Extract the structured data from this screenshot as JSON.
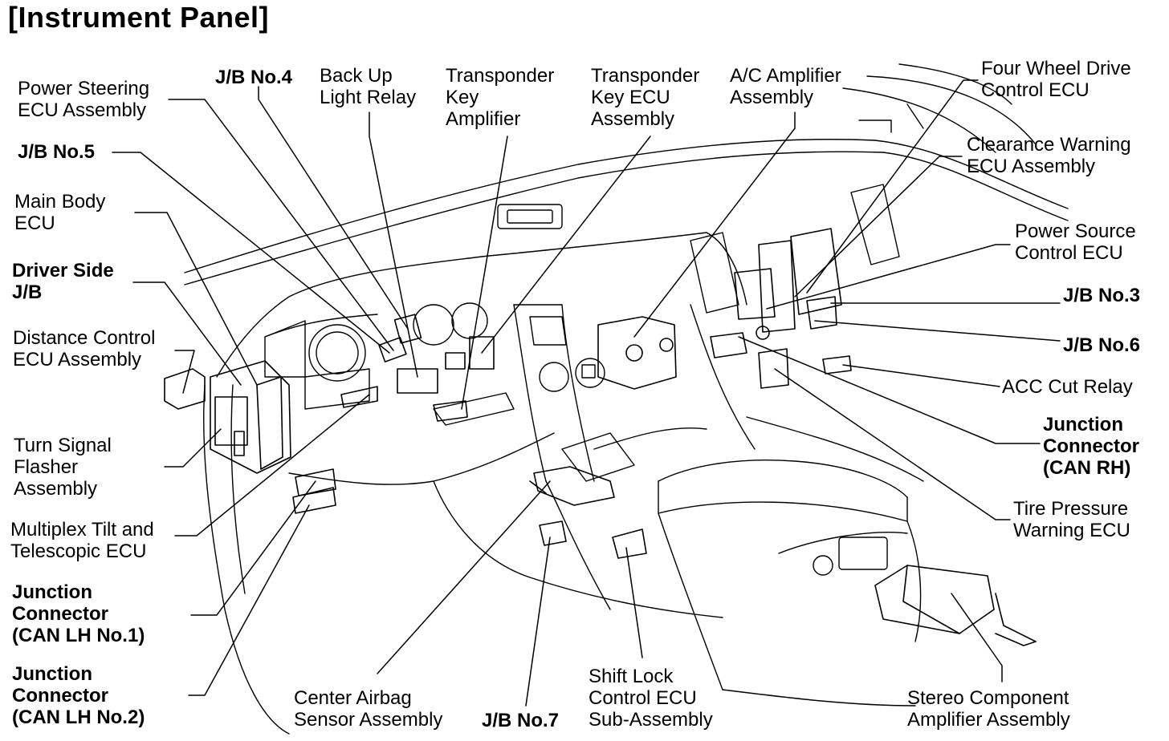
{
  "title": "[Instrument Panel]",
  "labels": {
    "power_steering": [
      "Power Steering",
      "ECU Assembly"
    ],
    "jb4": [
      "J/B No.4"
    ],
    "backup_relay": [
      "Back Up",
      "Light Relay"
    ],
    "transponder_amp": [
      "Transponder",
      "Key",
      "Amplifier"
    ],
    "transponder_ecu": [
      "Transponder",
      "Key ECU",
      "Assembly"
    ],
    "ac_amp": [
      "A/C Amplifier",
      "Assembly"
    ],
    "fwd_ecu": [
      "Four Wheel Drive",
      "Control ECU"
    ],
    "jb5": [
      "J/B No.5"
    ],
    "main_body": [
      "Main Body",
      "ECU"
    ],
    "driver_jb": [
      "Driver Side",
      "J/B"
    ],
    "distance_ecu": [
      "Distance Control",
      "ECU Assembly"
    ],
    "turn_signal": [
      "Turn Signal",
      "Flasher",
      "Assembly"
    ],
    "multiplex_tilt": [
      "Multiplex Tilt and",
      "Telescopic ECU"
    ],
    "jc_lh1": [
      "Junction",
      "Connector",
      "(CAN LH No.1)"
    ],
    "jc_lh2": [
      "Junction",
      "Connector",
      "(CAN LH No.2)"
    ],
    "center_airbag": [
      "Center Airbag",
      "Sensor Assembly"
    ],
    "jb7": [
      "J/B No.7"
    ],
    "shift_lock": [
      "Shift Lock",
      "Control ECU",
      "Sub-Assembly"
    ],
    "stereo_amp": [
      "Stereo Component",
      "Amplifier Assembly"
    ],
    "clearance_ecu": [
      "Clearance Warning",
      "ECU Assembly"
    ],
    "power_source": [
      "Power Source",
      "Control ECU"
    ],
    "jb3": [
      "J/B No.3"
    ],
    "jb6": [
      "J/B No.6"
    ],
    "acc_relay": [
      "ACC Cut Relay"
    ],
    "jc_rh": [
      "Junction",
      "Connector",
      "(CAN RH)"
    ],
    "tire_pressure": [
      "Tire Pressure",
      "Warning ECU"
    ]
  }
}
